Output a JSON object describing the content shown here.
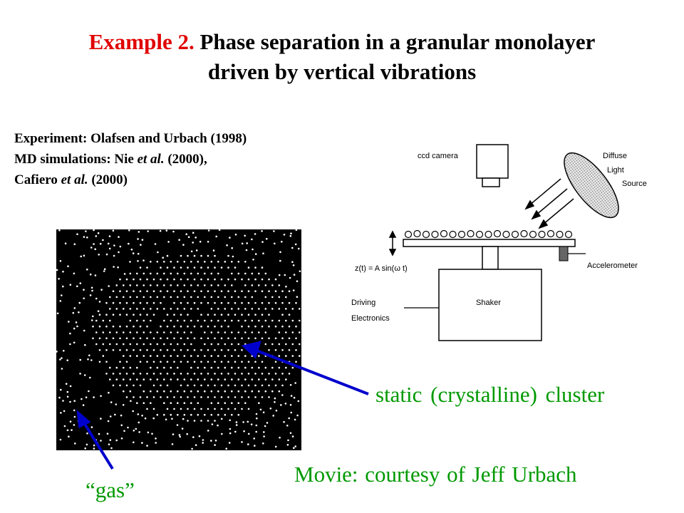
{
  "title": {
    "lead": "Example 2.",
    "line1_rest": "Phase separation in a granular monolayer",
    "line2": "driven by vertical vibrations"
  },
  "credits": {
    "line1": "Experiment: Olafsen and Urbach (1998)",
    "line2_pre": "MD simulations: Nie ",
    "line2_it": "et al.",
    "line2_post": " (2000),",
    "line3_pre": "Cafiero ",
    "line3_it": "et al.",
    "line3_post": " (2000)"
  },
  "diagram": {
    "camera": "ccd camera",
    "light_1": "Diffuse",
    "light_2": "Light",
    "light_3": "Source",
    "accelerometer": "Accelerometer",
    "equation": "z(t) = A sin(ω t)",
    "shaker": "Shaker",
    "driving_1": "Driving",
    "driving_2": "Electronics"
  },
  "labels": {
    "cluster": "static (crystalline) cluster",
    "gas": "“gas”",
    "movie": "Movie: courtesy of Jeff Urbach"
  },
  "colors": {
    "title_accent": "#e00000",
    "label_green": "#009900",
    "arrow_blue": "#0000cc"
  }
}
